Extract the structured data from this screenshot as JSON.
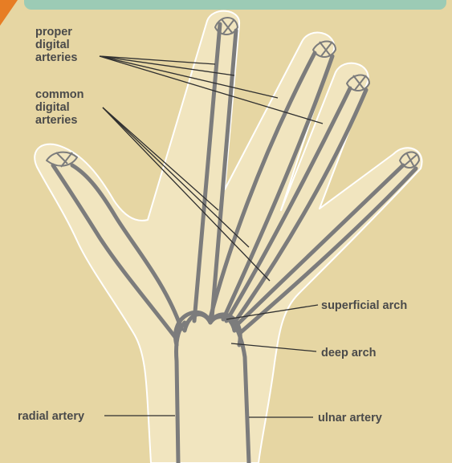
{
  "colors": {
    "background": "#e6d6a3",
    "header_bar": "#9ccbb5",
    "corner_accent": "#e77d24",
    "hand_fill": "#f1e5bf",
    "hand_outline": "#ffffff",
    "artery": "#7c7c7c",
    "leader_line": "#2f2f2f",
    "label_text": "#4a4a4a"
  },
  "labels": {
    "proper_digital": [
      "proper",
      "digital",
      "arteries"
    ],
    "common_digital": [
      "common",
      "digital",
      "arteries"
    ],
    "superficial_arch": "superficial arch",
    "deep_arch": "deep arch",
    "radial_artery": "radial artery",
    "ulnar_artery": "ulnar artery"
  }
}
